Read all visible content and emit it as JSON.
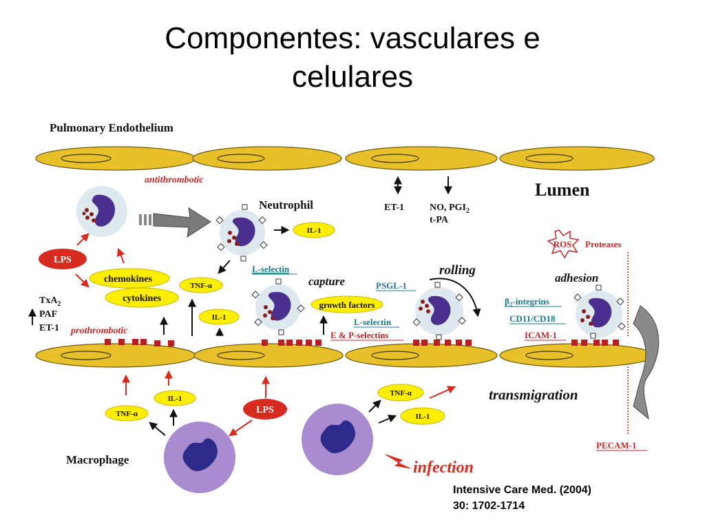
{
  "slide": {
    "title_line1": "Componentes: vasculares e",
    "title_line2": "celulares"
  },
  "diagram": {
    "heading": "Pulmonary Endothelium",
    "lumen": "Lumen",
    "antithrombotic": "antithrombotic",
    "prothrombotic": "prothrombotic",
    "neutrophil": "Neutrophil",
    "macrophage": "Macrophage",
    "capture": "capture",
    "rolling": "rolling",
    "adhesion": "adhesion",
    "transmigration": "transmigration",
    "infection": "infection",
    "lps": "LPS",
    "chemokines": "chemokines",
    "cytokines": "cytokines",
    "il1": "IL-1",
    "tnf": "TNF-α",
    "growth_factors": "growth factors",
    "txa_line": "TxA",
    "txa_sub": "2",
    "paf": "PAF",
    "et1": "ET-1",
    "no_pgi_line": "NO, PGI",
    "no_pgi_sub": "2",
    "tpa": "t-PA",
    "ros": "ROS",
    "proteases": "Proteases",
    "l_selectin": "L-selectin",
    "psgl1": "PSGL-1",
    "e_p_selectins": "E & P-selectins",
    "b2_prefix": "β",
    "b2_sub": "2",
    "b2_suffix": "-integrins",
    "cd11": "CD11/CD18",
    "icam1": "ICAM-1",
    "pecam1": "PECAM-1"
  },
  "citation": {
    "line1": "Intensive Care Med. (2004)",
    "line2": "30: 1702-1714"
  },
  "colors": {
    "endothelium": "#e8c02a",
    "endothelium_stroke": "#6b5a10",
    "lps_red": "#d62b1e",
    "cytokine_yellow": "#ffee00",
    "neutrophil_halo": "#dde9ef",
    "neutrophil_nucleus": "#4a2f8f",
    "macrophage_body": "#a98bcf",
    "macrophage_nucleus": "#2e2a8a",
    "receptor_red": "#b52020",
    "red_text": "#c0282a",
    "teal_text": "#1a7a8c",
    "transmigration_gray": "#8a8a8a"
  }
}
